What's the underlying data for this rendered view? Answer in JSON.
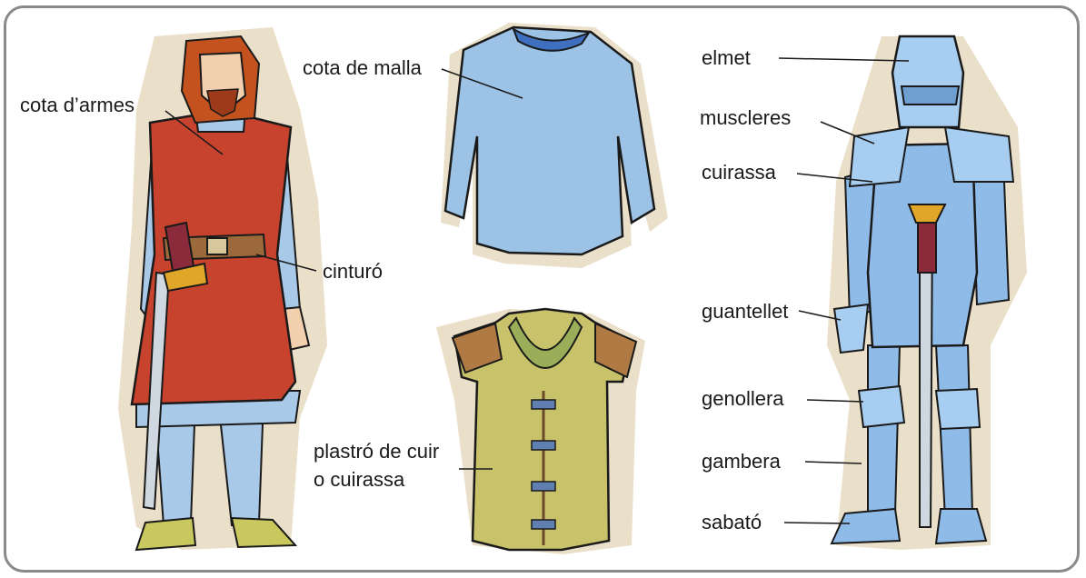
{
  "labels": {
    "cota_armes": "cota d’armes",
    "cota_malla": "cota de malla",
    "cinturo": "cinturó",
    "plastro": "plastró de cuir",
    "plastro_line2": "o cuirassa",
    "elmet": "elmet",
    "muscleres": "muscleres",
    "cuirassa": "cuirassa",
    "guantellet": "guantellet",
    "genollera": "genollera",
    "gambera": "gambera",
    "sabato": "sabató"
  },
  "colors": {
    "frame": "#8a8a8a",
    "surcoat_red": "#c8432e",
    "hair_orange": "#c4521f",
    "chainmail_blue": "#9cc3e6",
    "armor_blue": "#8fbbe8",
    "leather_green": "#c8c36a",
    "leather_brown": "#b07a44",
    "shoe_green": "#c9c85f",
    "shadow_beige": "#eadfc8"
  }
}
